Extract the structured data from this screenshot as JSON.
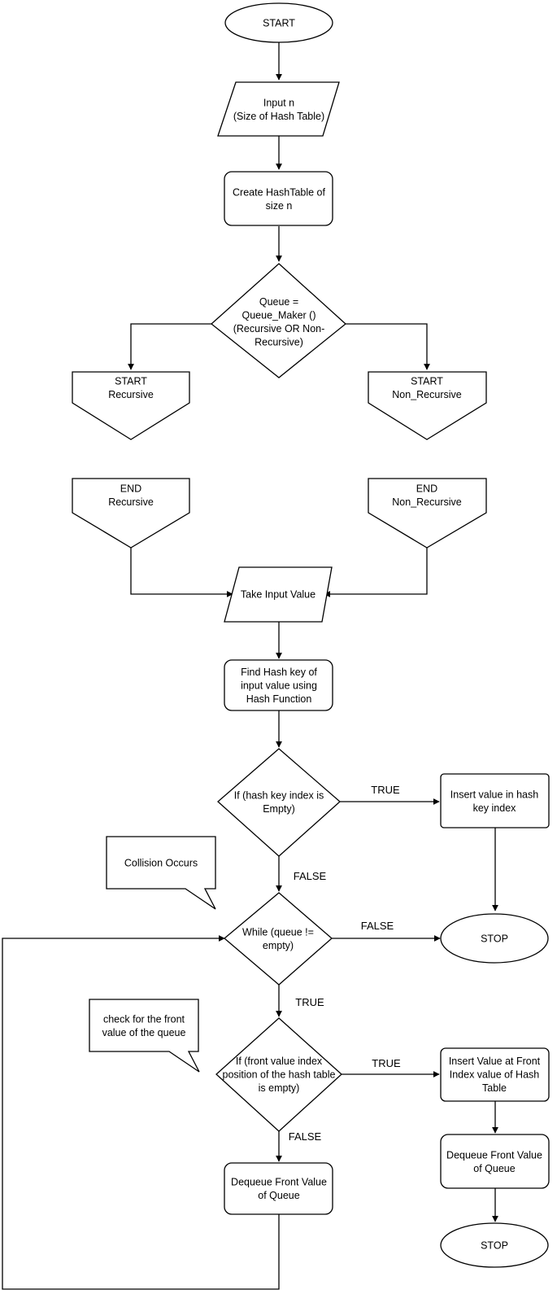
{
  "diagram": {
    "nodes": {
      "start": {
        "lines": [
          "START"
        ],
        "shape": "terminator"
      },
      "input_n": {
        "lines": [
          "Input n",
          "(Size of Hash Table)"
        ],
        "shape": "parallelogram"
      },
      "create_table": {
        "lines": [
          "Create HashTable of",
          "size n"
        ],
        "shape": "process"
      },
      "queue_maker": {
        "lines": [
          "Queue =",
          "Queue_Maker ()",
          "(Recursive OR Non-",
          "Recursive)"
        ],
        "shape": "decision"
      },
      "start_recursive": {
        "lines": [
          "START",
          "Recursive"
        ],
        "shape": "off-page"
      },
      "start_non_recursive": {
        "lines": [
          "START",
          "Non_Recursive"
        ],
        "shape": "off-page"
      },
      "end_recursive": {
        "lines": [
          "END",
          "Recursive"
        ],
        "shape": "off-page"
      },
      "end_non_recursive": {
        "lines": [
          "END",
          "Non_Recursive"
        ],
        "shape": "off-page"
      },
      "take_input": {
        "lines": [
          "Take Input Value"
        ],
        "shape": "parallelogram"
      },
      "find_hash": {
        "lines": [
          "Find Hash key of",
          "input value using",
          "Hash Function"
        ],
        "shape": "process"
      },
      "if_empty": {
        "lines": [
          "If (hash key index is",
          "Empty)"
        ],
        "shape": "decision"
      },
      "insert_hash": {
        "lines": [
          "Insert value in hash",
          "key index"
        ],
        "shape": "process"
      },
      "while_queue": {
        "lines": [
          "While (queue !=",
          "empty)"
        ],
        "shape": "decision"
      },
      "stop_1": {
        "lines": [
          "STOP"
        ],
        "shape": "terminator"
      },
      "if_front": {
        "lines": [
          "If (front value index",
          "position of the hash table",
          "is empty)"
        ],
        "shape": "decision"
      },
      "insert_front": {
        "lines": [
          "Insert Value at Front",
          "Index value of Hash",
          "Table"
        ],
        "shape": "process"
      },
      "dequeue_left": {
        "lines": [
          "Dequeue Front Value",
          "of Queue"
        ],
        "shape": "process"
      },
      "dequeue_right": {
        "lines": [
          "Dequeue Front Value",
          "of Queue"
        ],
        "shape": "process"
      },
      "stop_2": {
        "lines": [
          "STOP"
        ],
        "shape": "terminator"
      },
      "note_collision": {
        "lines": [
          "Collision Occurs"
        ],
        "shape": "callout"
      },
      "note_check": {
        "lines": [
          "check for the front",
          "value of the queue"
        ],
        "shape": "callout"
      }
    },
    "edge_labels": {
      "if_empty_true": "TRUE",
      "if_empty_false": "FALSE",
      "while_false": "FALSE",
      "while_true": "TRUE",
      "if_front_true": "TRUE",
      "if_front_false": "FALSE"
    }
  }
}
